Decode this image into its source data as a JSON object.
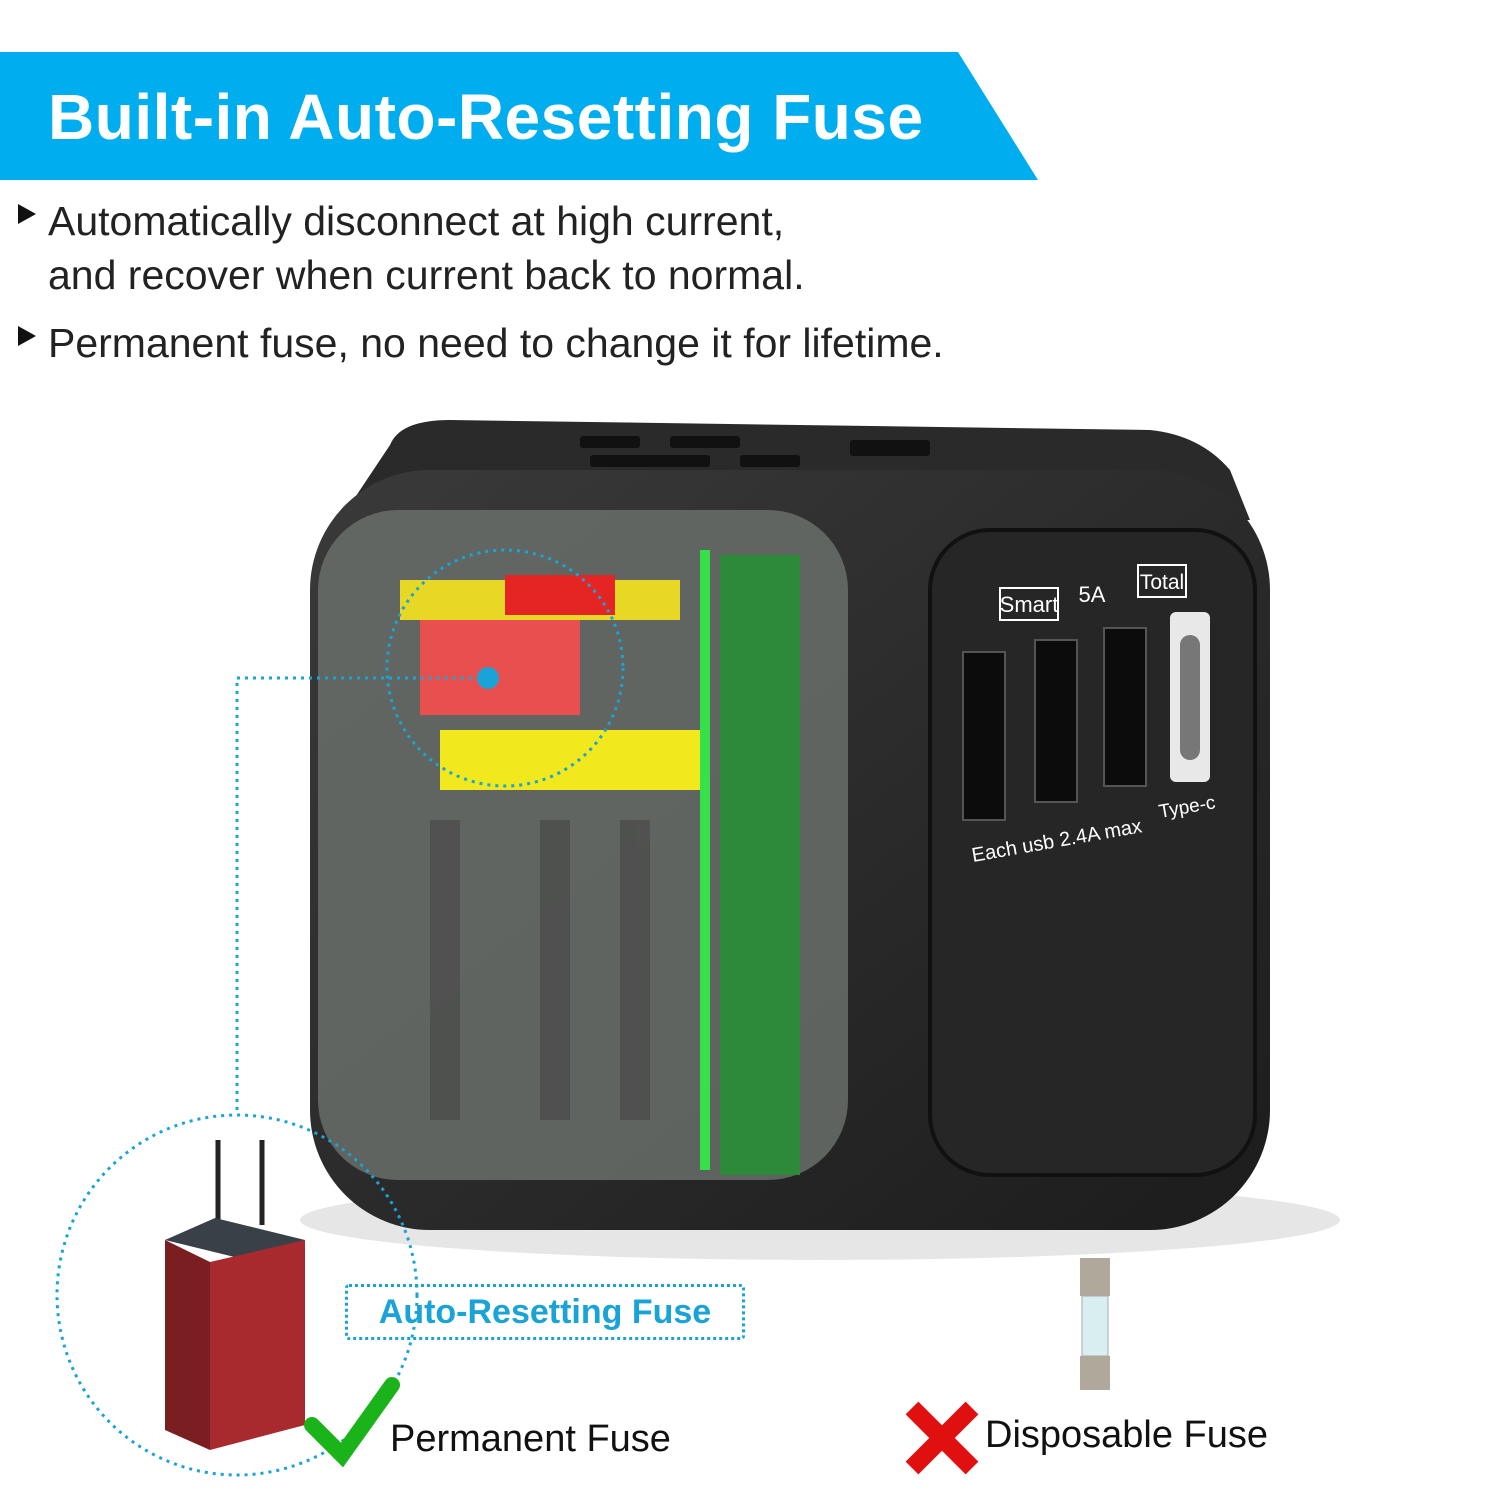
{
  "banner": {
    "title": "Built-in Auto-Resetting Fuse",
    "color": "#00aef0"
  },
  "bullets": [
    {
      "line1": "Automatically disconnect at high current,",
      "line2": "and recover when current back to normal."
    },
    {
      "line1": "Permanent fuse, no need to change it for lifetime."
    }
  ],
  "adapter": {
    "smart_label": "Smart",
    "amp_label": "5A",
    "total_label": "Total",
    "usb_note": "Each usb 2.4A max",
    "typec_label": "Type-c"
  },
  "callout": {
    "label": "Auto-Resetting Fuse",
    "color": "#1aa3d6"
  },
  "comparison": {
    "permanent": {
      "label": "Permanent Fuse",
      "icon": "check-icon",
      "color": "#1ab31a"
    },
    "disposable": {
      "label": "Disposable Fuse",
      "icon": "x-icon",
      "color": "#e01010"
    }
  }
}
